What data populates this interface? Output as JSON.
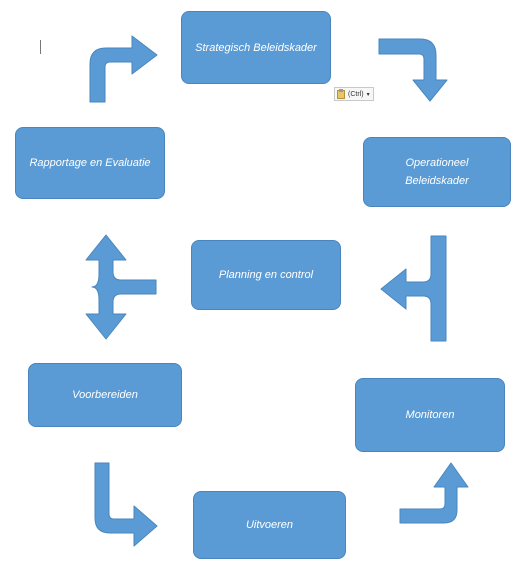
{
  "nodes": {
    "strategisch": "Strategisch Beleidskader",
    "operationeel": "Operationeel\nBeleidskader",
    "rapportage": "Rapportage en Evaluatie",
    "planning": "Planning en control",
    "voorbereiden": "Voorbereiden",
    "monitoren": "Monitoren",
    "uitvoeren": "Uitvoeren"
  },
  "paste_options": {
    "label": "(Ctrl)",
    "caret": "▾",
    "icon": "paste-clipboard-icon"
  },
  "colors": {
    "box_fill": "#5b9bd5",
    "box_border": "#4a86bd",
    "arrow_fill": "#5b9bd5",
    "text": "#ffffff"
  }
}
